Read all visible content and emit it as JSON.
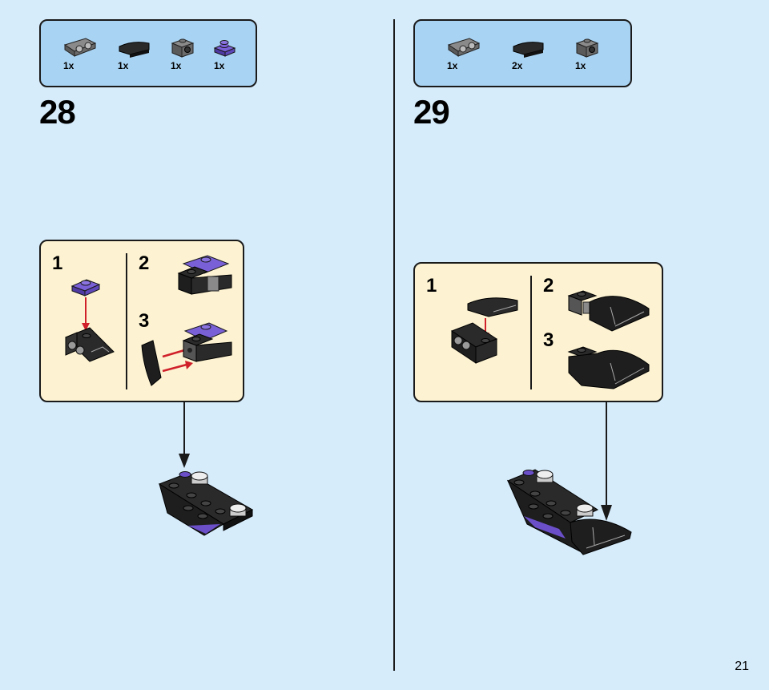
{
  "steps": [
    {
      "number": "28",
      "parts": [
        {
          "qty": "1x",
          "icon": "bracket-plate-icon",
          "color": "#6b6b6b"
        },
        {
          "qty": "1x",
          "icon": "curved-slope-icon",
          "color": "#1e1e1e"
        },
        {
          "qty": "1x",
          "icon": "brick-with-side-stud-icon",
          "color": "#6b6b6b"
        },
        {
          "qty": "1x",
          "icon": "plate-1x1-icon",
          "color": "#6a4fc9"
        }
      ],
      "substeps": [
        "1",
        "2",
        "3"
      ]
    },
    {
      "number": "29",
      "parts": [
        {
          "qty": "1x",
          "icon": "bracket-plate-icon",
          "color": "#6b6b6b"
        },
        {
          "qty": "2x",
          "icon": "curved-slope-icon",
          "color": "#1e1e1e"
        },
        {
          "qty": "1x",
          "icon": "brick-with-side-stud-icon",
          "color": "#6b6b6b"
        }
      ],
      "substeps": [
        "1",
        "2",
        "3"
      ]
    }
  ],
  "page_number": "21",
  "colors": {
    "background": "#d6ecfb",
    "parts_box": "#a9d3f2",
    "substep_box": "#fdf3d2",
    "arrow_red": "#d0202a",
    "brick_black": "#1e1e1e",
    "brick_purple": "#6a4fc9"
  }
}
